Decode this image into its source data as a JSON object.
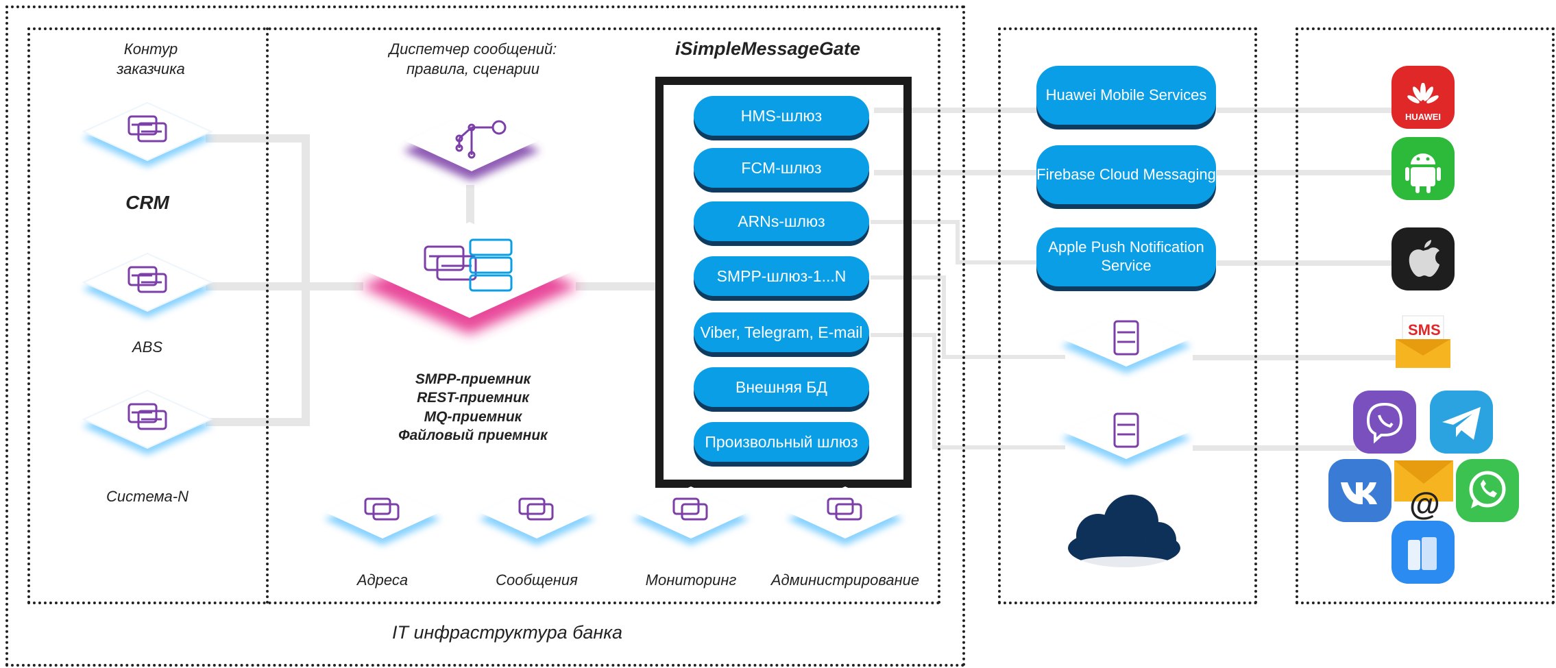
{
  "infra": {
    "bank_label": "IT инфраструктура банка",
    "customer_label": "Контур заказчика",
    "dispatcher_label": "Диспетчер сообщений: правила, сценарии",
    "gate_title": "iSimpleMessageGate"
  },
  "systems": [
    {
      "label": "CRM"
    },
    {
      "label": "ABS"
    },
    {
      "label": "Система-N"
    }
  ],
  "receivers": [
    "SMPP-приемник",
    "REST-приемник",
    "MQ-приемник",
    "Файловый приемник"
  ],
  "gateways": [
    "HMS-шлюз",
    "FCM-шлюз",
    "ARNs-шлюз",
    "SMPP-шлюз-1...N",
    "Viber, Telegram, E-mail",
    "Внешняя БД",
    "Произвольный шлюз"
  ],
  "modules": [
    "Адреса",
    "Сообщения",
    "Мониторинг",
    "Администрирование"
  ],
  "services": [
    "Huawei Mobile Services",
    "Firebase Cloud Messaging",
    "Apple Push Notification Service"
  ],
  "apps": {
    "huawei_text": "HUAWEI",
    "sms_text": "SMS",
    "email_symbol": "@"
  },
  "colors": {
    "accent_blue": "#0a9ee6",
    "pill_shadow": "#0e3c60",
    "magenta": "#e6348f",
    "purple": "#7b3fa7",
    "glow_blue": "#6cc7ff"
  }
}
